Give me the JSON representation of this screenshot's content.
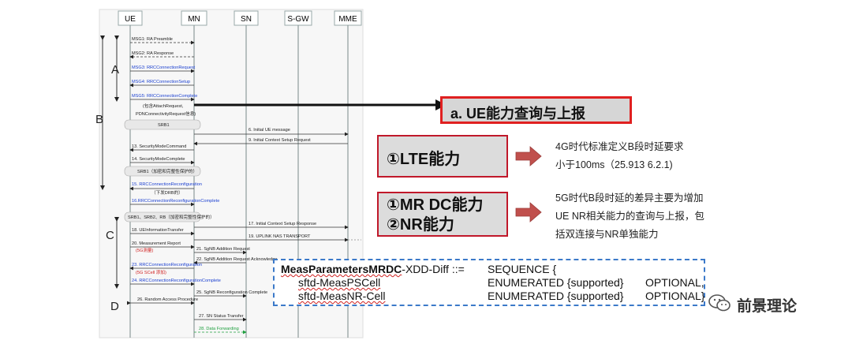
{
  "entities": [
    "UE",
    "MN",
    "SN",
    "S-GW",
    "MME"
  ],
  "phase_labels": [
    "A",
    "B",
    "C",
    "D"
  ],
  "messages": {
    "m1": "MSG1: RA Preamble",
    "m2": "MSG2: RA Response",
    "m3": "MSG3: RRCConnectionRequest",
    "m4": "MSG4: RRCConnectionSetup",
    "m5": "MSG5: RRCConnectionComplete",
    "m5_sub1": "(包含AttachRequest,",
    "m5_sub2": "PDNConnectivityRequest信息)",
    "srb": "SRB1",
    "m6": "6. Initial UE message",
    "m9": "9. Initial Context Setup Request",
    "m13": "13. SecurityModeCommand",
    "m14": "14. SecurityModeComplete",
    "srb_sec": "SRB1（加密和完整性保护的）",
    "m15": "15. RRCConnectionReconfiguration",
    "m15_sub": "（下发DRB的）",
    "m16": "16.RRCConnectionReconfigurationComplete",
    "srb_all": "SRB1、SRB2、RB（加密和完整性保护的）",
    "m17": "17. Initial Context Setup Response",
    "m18": "18. UEInformationTransfer",
    "m19": "19. UPLINK NAS TRANSPORT",
    "m20": "20. Measurement Report",
    "m20_sub": "(5G测量)",
    "m21": "21. SgNB Addition Request",
    "m22": "22. SgNB Addition Request Acknowledge",
    "m23": "23. RRCConnectionReconfiguration",
    "m23_sub": "(5G SCell 添加)",
    "m24": "24. RRCConnectionReconfigurationComplete",
    "m25": "25. SgNB Reconfiguration Complete",
    "m26": "26. Random Access Procedure",
    "m27": "27. SN Status Transfer",
    "m28": "28. Data Forwarding"
  },
  "callouts": {
    "a": "a. UE能力查询与上报",
    "lte": "①LTE能力",
    "mrdc_1": "①MR DC能力",
    "mrdc_2": "②NR能力",
    "lte_note": "4G时代标准定义B段时延要求小于100ms（25.913 6.2.1)",
    "mrdc_note": "5G时代B段时延的差异主要为增加UE NR相关能力的查询与上报，包括双连接与NR单独能力"
  },
  "code": {
    "line1_bold": "MeasParametersMRDC",
    "line1_rest": "-XDD-Diff ::=",
    "line1_type": "SEQUENCE {",
    "line2_name": "sftd-MeasPSCell",
    "line2_type": "ENUMERATED {supported}",
    "line2_opt": "OPTIONAL,",
    "line3_name": "sftd-MeasNR-Cell",
    "line3_type": "ENUMERATED {supported}",
    "line3_opt": "OPTIONAL}"
  },
  "watermark": "前景理论",
  "colors": {
    "callout_border": "#e02020",
    "arrow_fill": "#c0504d",
    "code_border": "#3b79c9",
    "blue_msg": "#1a3fd0"
  }
}
